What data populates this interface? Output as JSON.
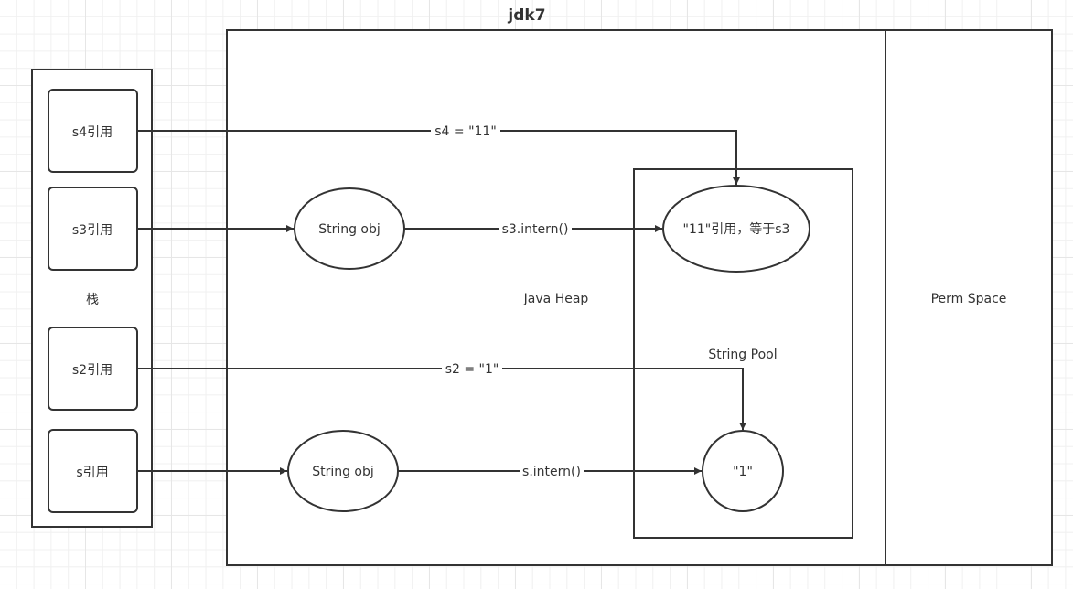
{
  "diagram": {
    "title": "jdk7",
    "regions": {
      "stack": "栈",
      "java_heap": "Java Heap",
      "string_pool": "String Pool",
      "perm_space": "Perm Space"
    },
    "stack_refs": [
      {
        "id": "s4",
        "label": "s4引用"
      },
      {
        "id": "s3",
        "label": "s3引用"
      },
      {
        "id": "s2",
        "label": "s2引用"
      },
      {
        "id": "s",
        "label": "s引用"
      }
    ],
    "heap_objects": [
      {
        "id": "obj_top",
        "label": "String obj"
      },
      {
        "id": "obj_bottom",
        "label": "String obj"
      }
    ],
    "pool_entries": [
      {
        "id": "pool_11",
        "label": "\"11\"引用，等于s3"
      },
      {
        "id": "pool_1",
        "label": "\"1\""
      }
    ],
    "edges": [
      {
        "from": "s4",
        "to": "pool_11",
        "label": "s4 = \"11\""
      },
      {
        "from": "s3",
        "to": "obj_top",
        "label": ""
      },
      {
        "from": "obj_top",
        "to": "pool_11",
        "label": "s3.intern()"
      },
      {
        "from": "s2",
        "to": "pool_1",
        "label": "s2 = \"1\""
      },
      {
        "from": "s",
        "to": "obj_bottom",
        "label": ""
      },
      {
        "from": "obj_bottom",
        "to": "pool_1",
        "label": "s.intern()"
      }
    ],
    "colors": {
      "stroke": "#333333",
      "fill": "#ffffff",
      "grid": "#e6e6e6"
    }
  }
}
